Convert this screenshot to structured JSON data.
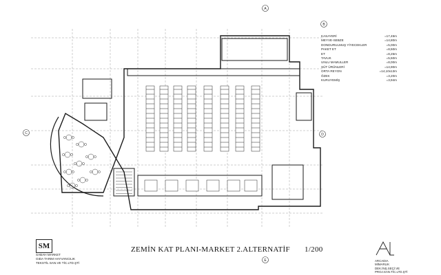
{
  "drawing": {
    "title": "ZEMİN KAT PLANI-MARKET 2.ALTERNATİF",
    "scale": "1/200"
  },
  "legend": [
    {
      "label": "KASAYERİ",
      "value": "=17,45m"
    },
    {
      "label": "MEYVE-SEBZE",
      "value": "=14,80m"
    },
    {
      "label": "DONDURULMUŞ YİYECEKLER",
      "value": "=5,00m"
    },
    {
      "label": "PAKET ET",
      "value": "=8,50m"
    },
    {
      "label": "ET",
      "value": "=8,25m"
    },
    {
      "label": "TAVUK",
      "value": "=5,50m"
    },
    {
      "label": "UNLU MAMULLER",
      "value": "=8,00m"
    },
    {
      "label": "SÜT ÜRÜNLERİ",
      "value": "=14,90m"
    },
    {
      "label": "ORTA REYON",
      "value": "=14,10x13m"
    },
    {
      "label": "ÖZEK",
      "value": "=3,20m"
    },
    {
      "label": "KURUYEMİŞ",
      "value": "=3,94m"
    }
  ],
  "client": {
    "logo": "SM",
    "lines": [
      "SABAH MARKET",
      "GIDA TARIM HAYVANCILIK",
      "TEKSTİL SAN.VE TİC.LTD.ŞTİ"
    ]
  },
  "architect": {
    "lines": [
      "ARCADIA",
      "MİMARLIK",
      "DEK.İNŞ.SEÇİ.VE",
      "PROJ.SAN.TİC.LTD.ŞTİ"
    ]
  },
  "axis_bubbles": [
    "A",
    "B",
    "C",
    "D",
    "E"
  ],
  "colors": {
    "ink": "#1a1a1a",
    "paper": "#ffffff",
    "hatch": "#555555"
  }
}
